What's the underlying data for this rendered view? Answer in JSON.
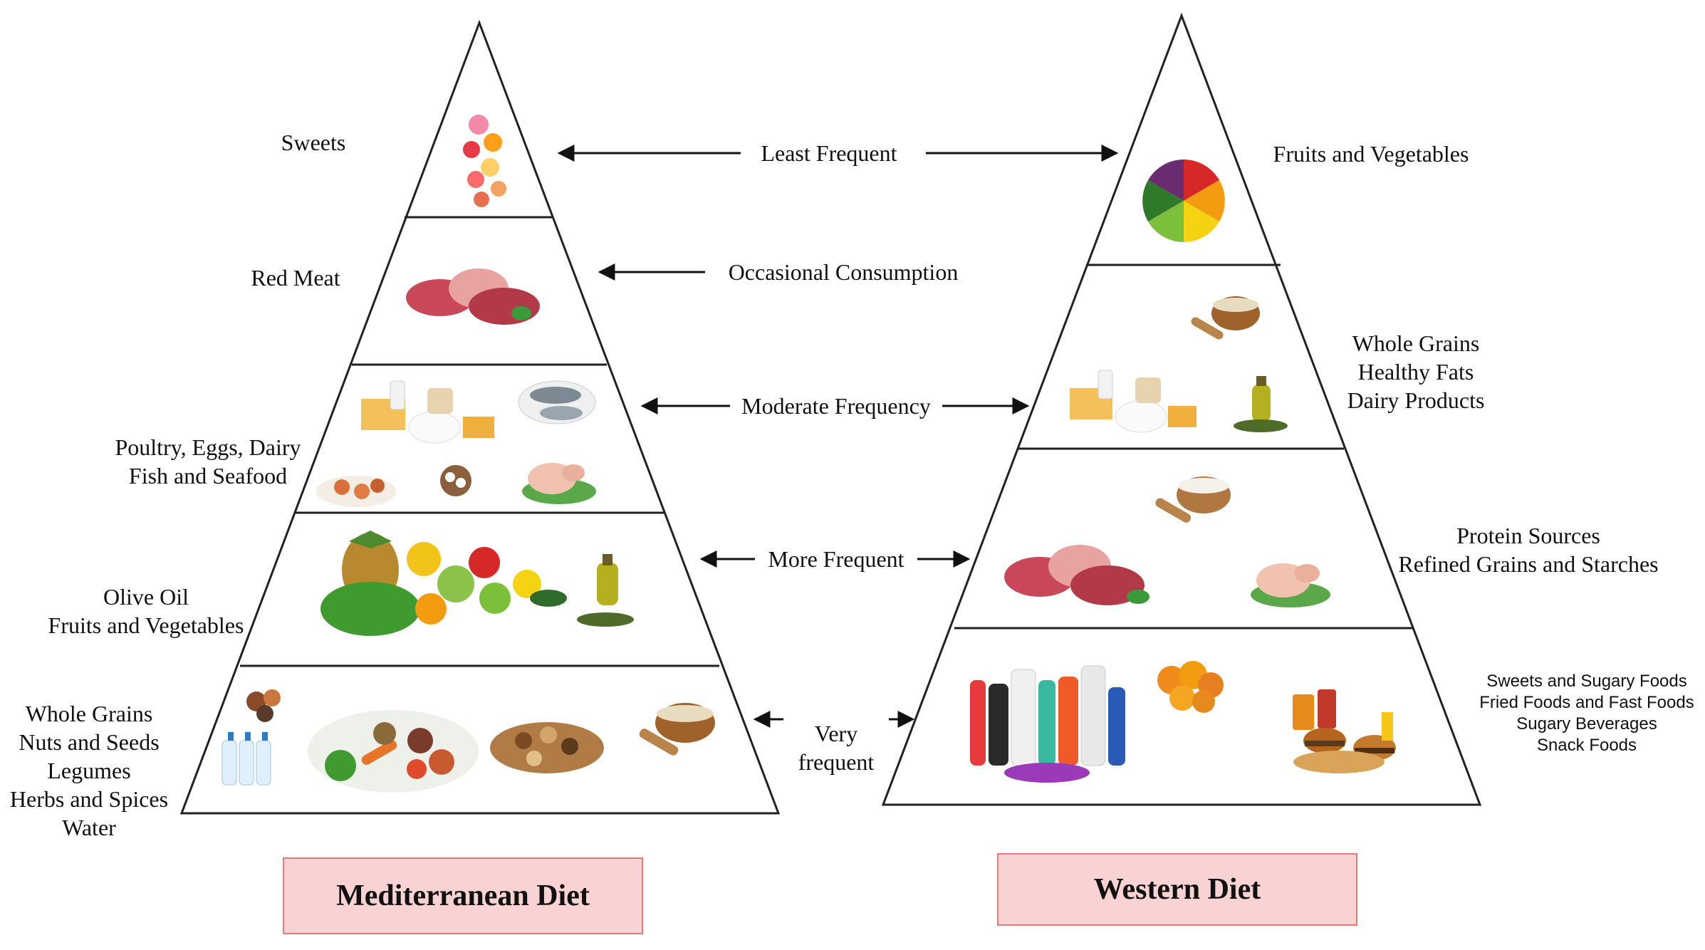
{
  "colors": {
    "pyramid_stroke": "#222222",
    "diet_box_fill": "#f9d3d3",
    "diet_box_border": "#e07c7c"
  },
  "mediterranean": {
    "title": "Mediterranean Diet",
    "tiers": [
      {
        "label": "Sweets",
        "icons": [
          "sweets-icon"
        ]
      },
      {
        "label": "Red Meat",
        "icons": [
          "red-meat-icon"
        ]
      },
      {
        "label": "Poultry, Eggs, Dairy\nFish and Seafood",
        "icons": [
          "dairy-icon",
          "fish-icon",
          "seafood-icon",
          "eggs-icon",
          "poultry-icon"
        ]
      },
      {
        "label": "Olive Oil\nFruits and Vegetables",
        "icons": [
          "fruits-vegetables-icon",
          "olive-oil-icon"
        ]
      },
      {
        "label": "Whole Grains\nNuts and Seeds\nLegumes\nHerbs and Spices\nWater",
        "icons": [
          "spices-icon",
          "water-bottles-icon",
          "legumes-vegetables-icon",
          "nuts-icon",
          "whole-grains-icon"
        ]
      }
    ]
  },
  "western": {
    "title": "Western Diet",
    "tiers": [
      {
        "label": "Fruits and Vegetables",
        "icons": [
          "fruit-vegetable-bowl-icon"
        ]
      },
      {
        "label": "Whole Grains\nHealthy Fats\nDairy Products",
        "icons": [
          "grains-icon",
          "dairy-icon",
          "olive-oil-icon"
        ]
      },
      {
        "label": "Protein Sources\nRefined Grains and Starches",
        "icons": [
          "flour-icon",
          "red-meat-icon",
          "poultry-icon"
        ]
      },
      {
        "label": "Sweets and Sugary Foods\nFried Foods and Fast Foods\nSugary Beverages\nSnack Foods",
        "icons": [
          "soda-bottles-icon",
          "fried-chicken-icon",
          "fast-food-icon"
        ]
      }
    ]
  },
  "frequency": {
    "least": "Least Frequent",
    "occasional": "Occasional Consumption",
    "moderate": "Moderate Frequency",
    "more": "More Frequent",
    "very": "Very\nfrequent"
  }
}
